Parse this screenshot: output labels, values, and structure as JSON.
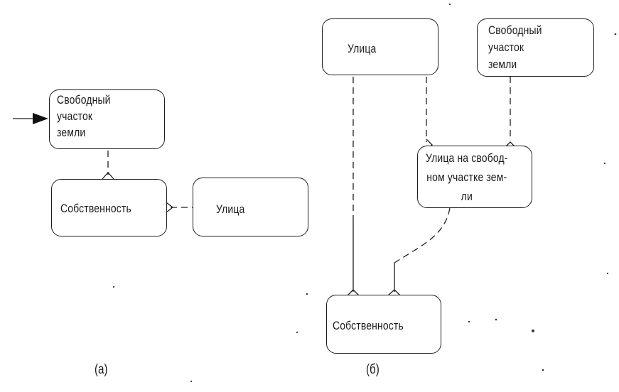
{
  "diagram_a": {
    "caption": "(а)",
    "entities": {
      "free_land": "Свободный\nучасток\nземли",
      "ownership": "Собственность",
      "street": "Улица"
    }
  },
  "diagram_b": {
    "caption": "(б)",
    "entities": {
      "street": "Улица",
      "free_land": "Свободный\nучасток\nземли",
      "street_on_land": "Улица на свобод-\nном участке зем-\nли",
      "ownership": "Собственность"
    }
  }
}
